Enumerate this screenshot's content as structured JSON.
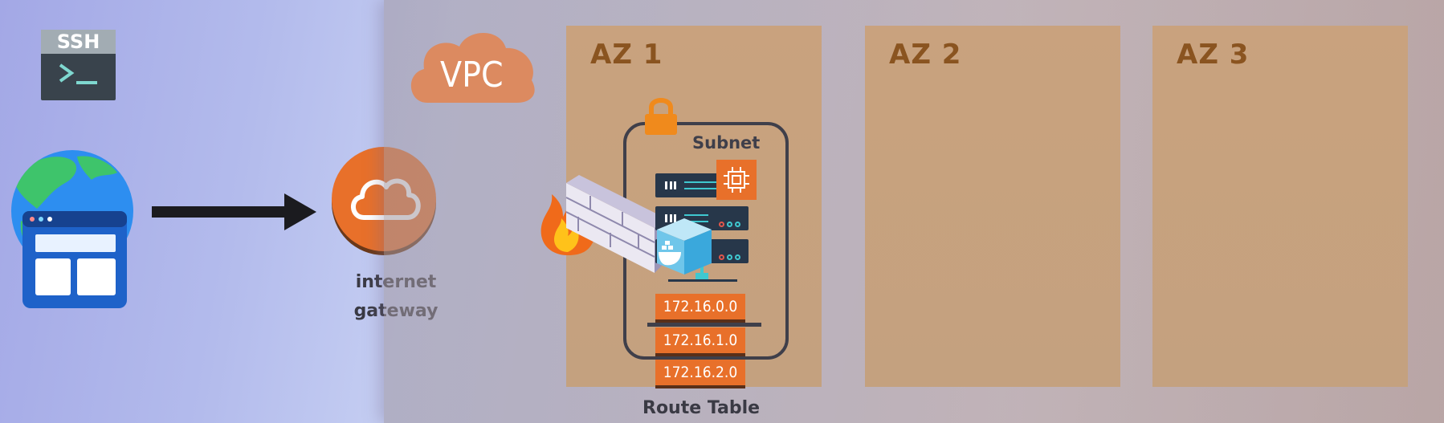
{
  "ssh_badge": {
    "label": "SSH",
    "icon": "terminal-icon"
  },
  "client_icon": "globe-browser-icon",
  "arrow_icon": "right-arrow-icon",
  "internet_gateway": {
    "icon": "cloud-icon",
    "label_line1": "internet",
    "label_line2": "gateway"
  },
  "vpc": {
    "label": "VPC",
    "icon": "cloud-icon"
  },
  "availability_zones": [
    {
      "label": "AZ 1"
    },
    {
      "label": "AZ 2"
    },
    {
      "label": "AZ 3"
    }
  ],
  "subnet": {
    "label": "Subnet",
    "icons": [
      "lock-icon",
      "firewall-icon",
      "server-rack-icon",
      "docker-icon",
      "chip-icon"
    ]
  },
  "route_table": {
    "label": "Route Table",
    "entries": [
      "172.16.0.0",
      "172.16.1.0",
      "172.16.2.0"
    ]
  },
  "colors": {
    "accent_orange": "#e8702a",
    "az_fill": "#c9a27e",
    "dark_text": "#3a3a44"
  }
}
